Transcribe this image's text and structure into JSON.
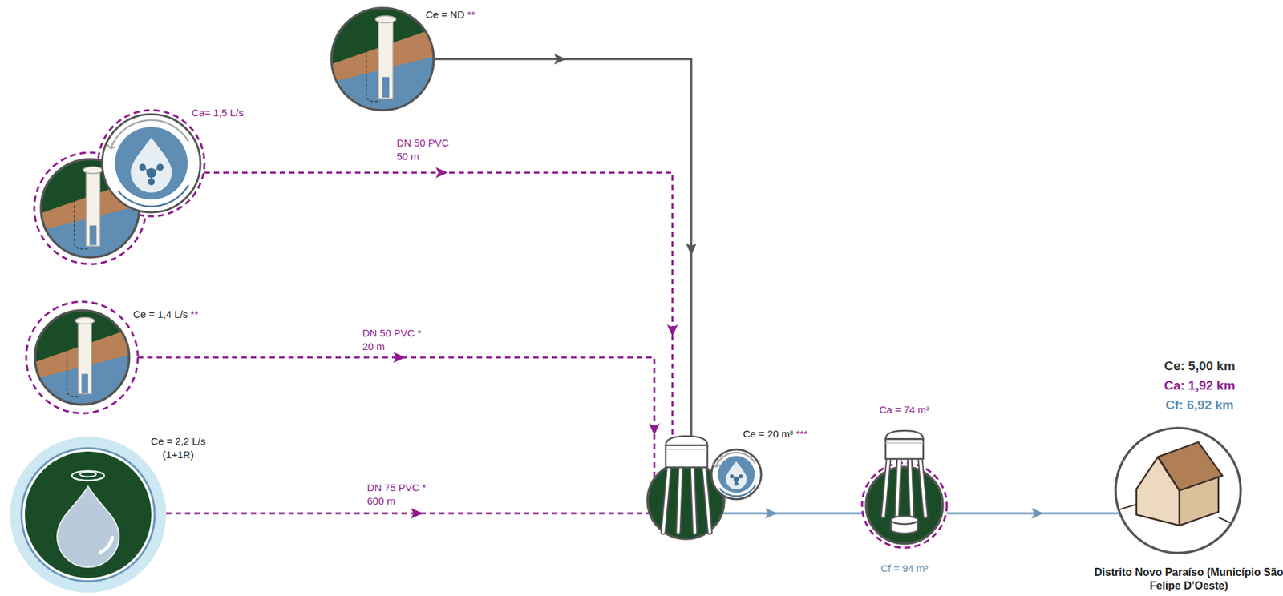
{
  "diagram": {
    "nodes": [
      {
        "text": [
          "Ce = ND",
          "**"
        ]
      },
      {
        "text": [
          "Ca= 1,5 L/s"
        ]
      },
      {
        "text": [
          "Ce = 1,4 L/s",
          "**"
        ]
      },
      {
        "text": [
          "Ce = 2,2 L/s (1+1R)"
        ]
      },
      {
        "text": [
          "Ce = 20 m³",
          "***"
        ]
      },
      {
        "text": [
          "Ca = 74 m³",
          "Cf = 94 m³"
        ]
      },
      {
        "text": [
          "Ce: 5,00 km",
          "Ca: 1,92 km",
          "Cf: 6,92 km",
          "Distrito Novo Paraíso (Município São Felipe D’Oeste)"
        ]
      }
    ],
    "edges": [
      {
        "from": 0,
        "to": 4,
        "arrow": "to"
      },
      {
        "from": 1,
        "to": 4,
        "label": "DN 50 PVC 50 m",
        "arrow": "to"
      },
      {
        "from": 2,
        "to": 4,
        "label": "DN 50 PVC * 20 m",
        "arrow": "to"
      },
      {
        "from": 3,
        "to": 4,
        "label": "DN 75 PVC * 600 m",
        "arrow": "to"
      },
      {
        "from": 4,
        "to": 5,
        "arrow": "to"
      },
      {
        "from": 5,
        "to": 6,
        "arrow": "to"
      }
    ]
  }
}
